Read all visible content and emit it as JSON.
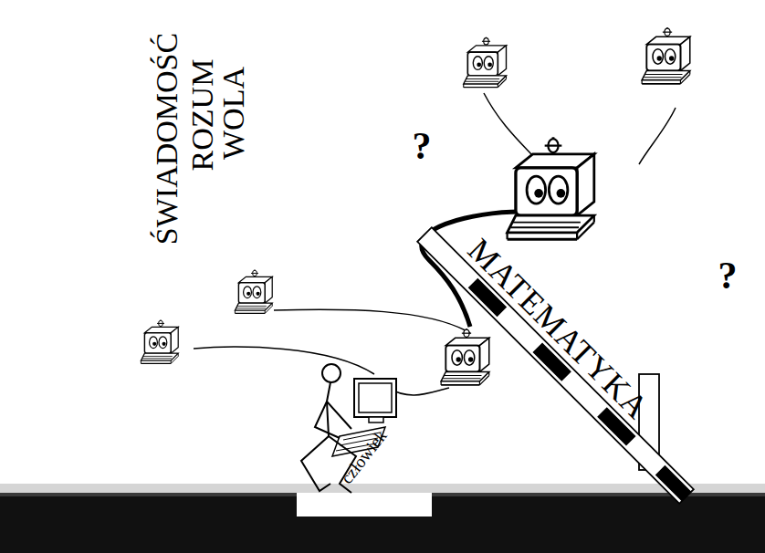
{
  "diagram": {
    "nodes": [
      {
        "text": [
          "MATEMATYKA"
        ]
      }
    ],
    "labels": [
      "ŚWIADOMOŚĆ",
      "ROZUM",
      "WOLA",
      "człowiek",
      "?",
      "?"
    ]
  }
}
